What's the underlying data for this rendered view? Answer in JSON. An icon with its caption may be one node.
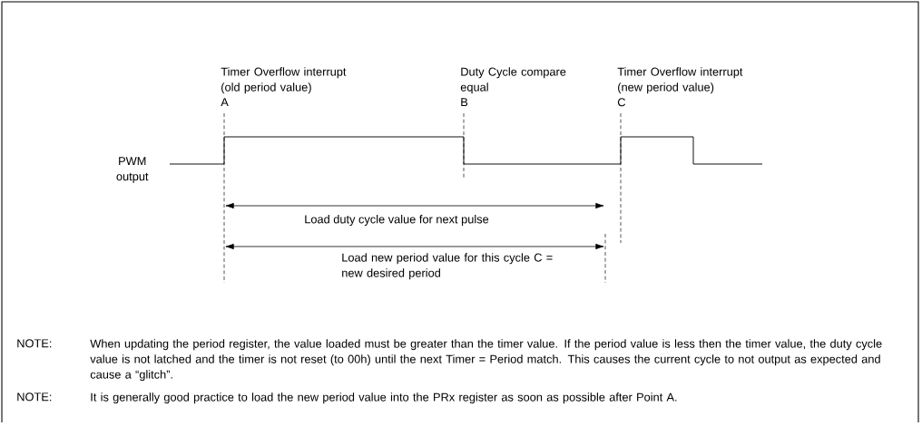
{
  "diagram": {
    "labels": [
      "Timer Overflow interrupt (old period value)",
      "A",
      "Duty Cycle compare equal",
      "B",
      "Timer Overflow interrupt (new period value)",
      "C",
      "PWM output",
      "Load duty cycle value for next pulse",
      "Load new period value for this cycle C = new desired period",
      "NOTE:",
      "When updating the period register, the value loaded must be greater than the timer value. If the period value is less then the timer value, the duty cycle value is not latched and the timer is not reset (to 00h) until the next Timer = Period match. This causes the current cycle to not output as expected and cause a “glitch”.",
      "NOTE:",
      "It is generally good practice to load the new period value into the PRx register as soon as possible after Point A."
    ]
  }
}
